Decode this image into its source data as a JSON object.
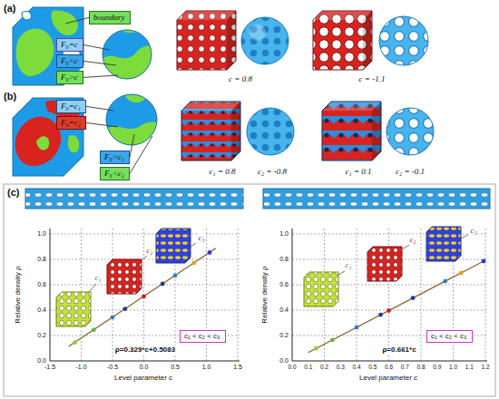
{
  "diagram": {
    "nodes": [
      {
        "text": [
          "boundary"
        ]
      },
      {
        "text": [
          "F₀=c"
        ]
      },
      {
        "text": [
          "F₀<c"
        ]
      },
      {
        "text": [
          "F₀>c"
        ]
      },
      {
        "text": [
          "F₀=c₁"
        ]
      },
      {
        "text": [
          "F₀=c₂"
        ]
      },
      {
        "text": [
          "F₀>c₁"
        ]
      },
      {
        "text": [
          "F₀<c₂"
        ]
      },
      {
        "text": [
          "c₁ < c₂ < c₃"
        ]
      },
      {
        "text": [
          "c₁ < c₂ < c₃"
        ]
      }
    ],
    "labels": [
      "(a)",
      "c = 0.8",
      "c = -1.1",
      "(b)",
      "c₁ = 0.8",
      "c₂ = -0.8",
      "c₁ = 0.1",
      "c₂ = -0.1",
      "(c)",
      "Relative density ρ",
      "Level parameter c",
      "-1.5",
      "-1.0",
      "-0.5",
      "0.0",
      "0.5",
      "1.0",
      "1.5",
      "0.0",
      "0.2",
      "0.4",
      "0.6",
      "0.8",
      "1.0",
      "ρ=0.329*c+0.5083",
      "c₁",
      "c₂",
      "c₃",
      "Relative density ρ",
      "Level parameter c",
      "0.0",
      "0.1",
      "0.2",
      "0.3",
      "0.4",
      "0.5",
      "0.6",
      "0.7",
      "0.8",
      "0.9",
      "1.0",
      "1.1",
      "1.2",
      "0.0",
      "0.2",
      "0.4",
      "0.6",
      "0.8",
      "1.0",
      "ρ=0.661*c",
      "c₁",
      "c₂",
      "c₃"
    ]
  }
}
